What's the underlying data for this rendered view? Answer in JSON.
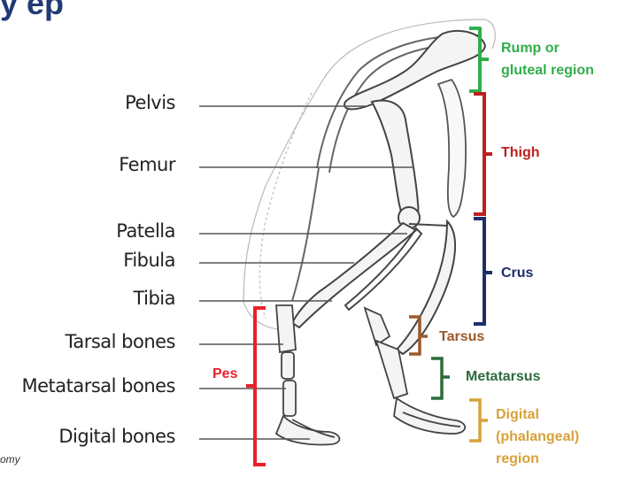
{
  "title_fragment": "y ep",
  "caption_fragment": "omy",
  "colors": {
    "rump": "#2fae4a",
    "thigh": "#bf1f1f",
    "crus": "#1c2f6b",
    "tarsus": "#9a5a2a",
    "metatarsus": "#2d6a3a",
    "digital": "#d6a23a",
    "pes": "#e8212b",
    "bone": "#555555"
  },
  "bones": [
    {
      "id": "pelvis",
      "label": "Pelvis"
    },
    {
      "id": "femur",
      "label": "Femur"
    },
    {
      "id": "patella",
      "label": "Patella"
    },
    {
      "id": "fibula",
      "label": "Fibula"
    },
    {
      "id": "tibia",
      "label": "Tibia"
    },
    {
      "id": "tarsal",
      "label": "Tarsal bones"
    },
    {
      "id": "metatarsal",
      "label": "Metatarsal bones"
    },
    {
      "id": "digital",
      "label": "Digital bones"
    }
  ],
  "regions": {
    "rump": {
      "line1": "Rump or",
      "line2": "gluteal region"
    },
    "thigh": "Thigh",
    "crus": "Crus",
    "tarsus": "Tarsus",
    "metatarsus": "Metatarsus",
    "digital": {
      "line1": "Digital",
      "line2": "(phalangeal)",
      "line3": "region"
    },
    "pes": "Pes"
  }
}
